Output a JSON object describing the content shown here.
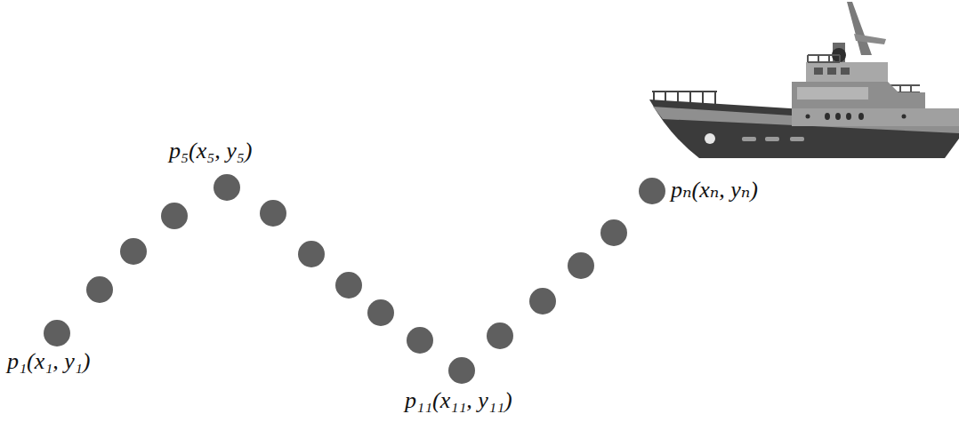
{
  "diagram": {
    "labels": [
      "p₁(x₁, y₁)",
      "p₅(x₅, y₅)",
      "p₁₁(x₁₁, y₁₁)",
      "pₙ(xₙ, yₙ)"
    ]
  }
}
